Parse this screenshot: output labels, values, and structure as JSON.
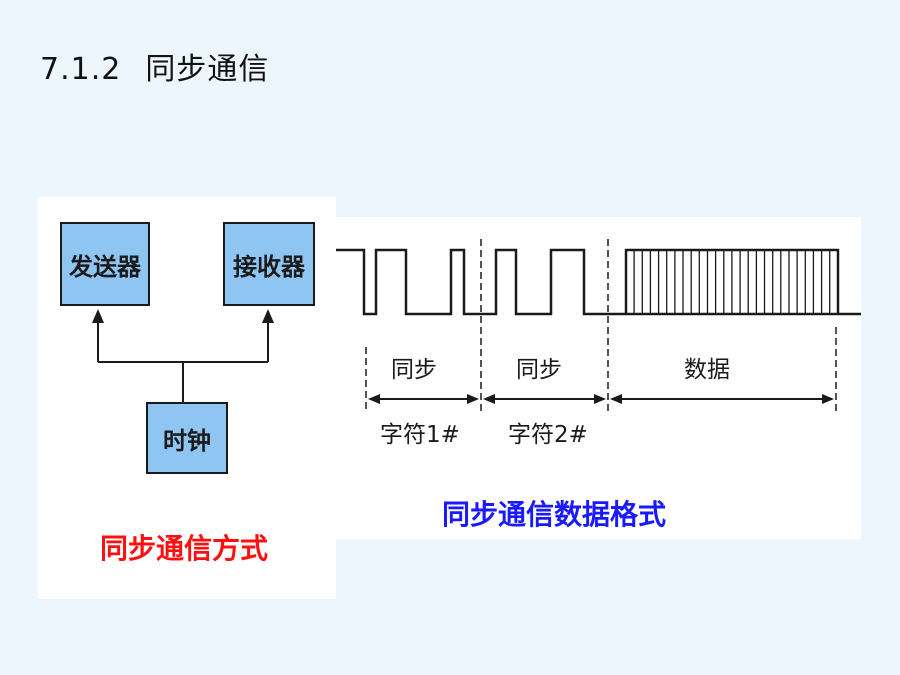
{
  "title": {
    "number": "7.1.2",
    "text": "同步通信"
  },
  "left_diagram": {
    "sender": "发送器",
    "receiver": "接收器",
    "clock": "时钟",
    "caption": "同步通信方式",
    "caption_color": "#ff1010"
  },
  "right_diagram": {
    "segments": [
      {
        "top": "同步",
        "bottom": "字符1#"
      },
      {
        "top": "同步",
        "bottom": "字符2#"
      },
      {
        "top": "数据",
        "bottom": ""
      }
    ],
    "caption": "同步通信数据格式",
    "caption_color": "#1a1aff"
  },
  "colors": {
    "box_fill": "#8fc5f3",
    "background": "#eef6fd"
  }
}
